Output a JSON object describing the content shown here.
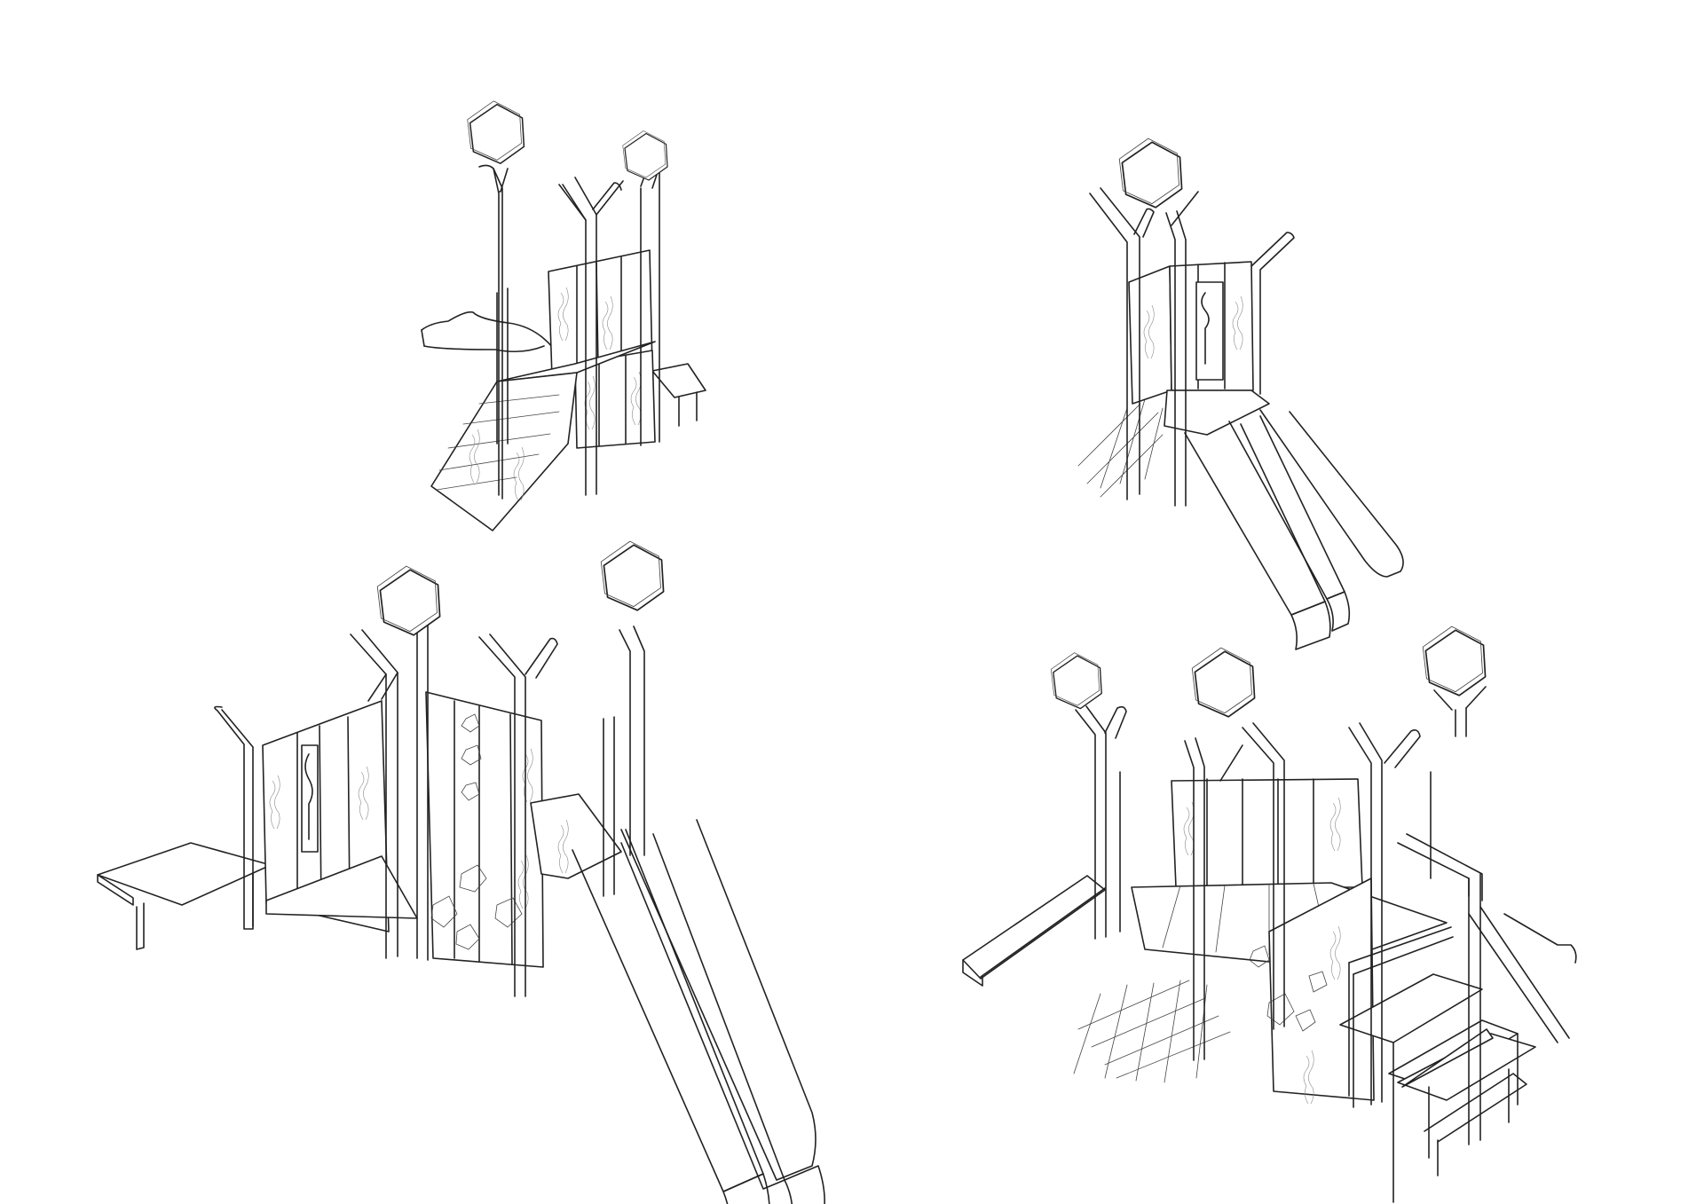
{
  "sheet": {
    "background": "#ffffff",
    "line_color": "#222222",
    "views": [
      {
        "name": "view-top-left",
        "elements": [
          "hexagon-tops",
          "tree-posts",
          "ramp",
          "plank-walls",
          "bench",
          "curved-slide"
        ]
      },
      {
        "name": "view-top-right",
        "elements": [
          "hexagon-top",
          "tree-posts",
          "climbing-panel",
          "double-slide",
          "cargo-net"
        ]
      },
      {
        "name": "view-bottom-left",
        "elements": [
          "hexagon-tops",
          "tree-posts",
          "plank-walls",
          "climbing-panel",
          "bench",
          "double-slide"
        ]
      },
      {
        "name": "view-bottom-right",
        "elements": [
          "hexagon-tops",
          "tree-posts",
          "single-slide",
          "cargo-net",
          "stairs",
          "handrail"
        ]
      }
    ]
  }
}
